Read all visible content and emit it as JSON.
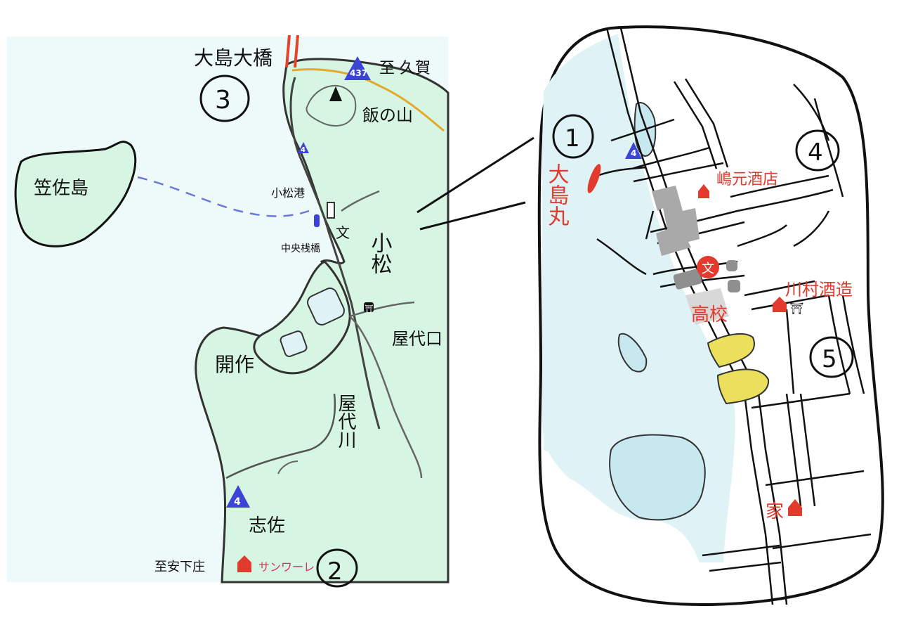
{
  "colors": {
    "sea": "#eefaf9",
    "land": "#d6f5e3",
    "inset_water": "#dff3f6",
    "pond": "#c8e8ef",
    "road": "#e4a92a",
    "route_badge": "#3c44d8",
    "accent_red": "#e23a2c",
    "bridge_red": "#e8402a",
    "building_gray": "#a9a9a9",
    "field_yellow": "#ecdf5b",
    "ferry_route": "#6c78d8"
  },
  "left_map": {
    "bridge_label": "大島大橋",
    "area_number_3": "3",
    "route_437": "437",
    "direction_kuka": "至 久賀",
    "mountain": "飯の山",
    "route_4_a": "4",
    "island": "笠佐島",
    "port_komatsu": "小松港",
    "school_symbol": "文",
    "district_komatsu": "小松",
    "bridge_chuo": "中央桟橋",
    "yashiro_guchi": "屋代口",
    "kaisaku": "開作",
    "river_yashiro": "屋代川",
    "route_4_b": "4",
    "district_shisa": "志佐",
    "direction_yanai": "至安下庄",
    "sun_warl": "サンワーレ",
    "area_number_2": "2",
    "shrine_mark": "⛩"
  },
  "inset_map": {
    "area_number_1": "1",
    "ship_label": "大島丸",
    "route_4": "4",
    "area_number_4": "4",
    "shimamoto_shuten": "嶋元酒店",
    "school_symbol": "文",
    "kawamura_shuzo": "川村酒造",
    "shrine_symbol": "⛩",
    "high_school": "高校",
    "area_number_5": "5",
    "home": "家"
  },
  "icons": [
    "mountain-icon",
    "house-icon",
    "shrine-icon",
    "route-shield-icon",
    "school-icon"
  ]
}
